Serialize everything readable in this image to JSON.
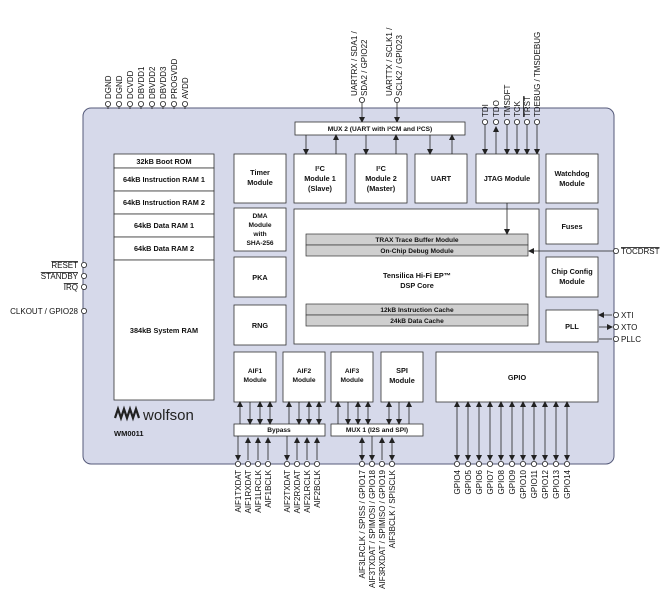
{
  "chip": {
    "logo": "wolfson",
    "part_number": "WM0011"
  },
  "memory": {
    "boot_rom": "32kB Boot ROM",
    "iram1": "64kB Instruction RAM 1",
    "iram2": "64kB Instruction RAM 2",
    "dram1": "64kB Data RAM 1",
    "dram2": "64kB Data RAM 2",
    "sysram": "384kB System RAM"
  },
  "blocks": {
    "timer": [
      "Timer",
      "Module"
    ],
    "dma": [
      "DMA",
      "Module",
      "with",
      "SHA-256"
    ],
    "pka": "PKA",
    "rng": "RNG",
    "i2c1": [
      "I²C",
      "Module 1",
      "(Slave)"
    ],
    "i2c2": [
      "I²C",
      "Module 2",
      "(Master)"
    ],
    "uart": "UART",
    "jtag": "JTAG Module",
    "watchdog": [
      "Watchdog",
      "Module"
    ],
    "fuses": "Fuses",
    "chipcfg": [
      "Chip Config",
      "Module"
    ],
    "pll": "PLL",
    "dsp": [
      "Tensilica Hi-Fi EP™",
      "DSP Core"
    ],
    "trax": "TRAX Trace Buffer Module",
    "ocd": "On-Chip Debug Module",
    "icache": "12kB Instruction Cache",
    "dcache": "24kB Data Cache",
    "aif1": [
      "AIF1",
      "Module"
    ],
    "aif2": [
      "AIF2",
      "Module"
    ],
    "aif3": [
      "AIF3",
      "Module"
    ],
    "spi": [
      "SPI",
      "Module"
    ],
    "gpio": "GPIO",
    "bypass": "Bypass",
    "mux1": "MUX 1 (I2S and SPI)",
    "mux2": "MUX 2 (UART with I²CM and I²CS)"
  },
  "pins": {
    "top_power": [
      "DGND",
      "DGND",
      "DCVDD",
      "DBVDD1",
      "DBVDD2",
      "DBVDD3",
      "PROGVDD",
      "AVDD"
    ],
    "top_uart1": [
      "UARTRX / SDA1 /",
      "SDA2 / GPIO22"
    ],
    "top_uart2": [
      "UARTTX / SCLK1 /",
      "SCLK2 / GPIO23"
    ],
    "top_jtag": [
      "TDI",
      "TDO",
      "TMSDFT",
      "TCK",
      "TRST",
      "TDEBUG / TMSDEBUG"
    ],
    "left": [
      "RESET",
      "STANDBY",
      "IRQ",
      "CLKOUT / GPIO28"
    ],
    "right_tocdrst": "TOCDRST",
    "right_clk": [
      "XTI",
      "XTO",
      "PLLC"
    ],
    "bottom_aif": [
      "AIF1TXDAT",
      "AIF1RXDAT",
      "AIF1LRCLK",
      "AIF1BCLK",
      "AIF2TXDAT",
      "AIF2RXDAT",
      "AIF2LRCLK",
      "AIF2BCLK"
    ],
    "bottom_mux": [
      "AIF3LRCLK / SPISS / GPIO17",
      "AIF3TXDAT / SPIMOSI / GPIO18",
      "AIF3RXDAT / SPIMISO / GPIO19",
      "AIF3BCLK / SPISCLK"
    ],
    "bottom_gpio": [
      "GPIO4",
      "GPIO5",
      "GPIO6",
      "GPIO7",
      "GPIO8",
      "GPIO9",
      "GPIO10",
      "GPIO11",
      "GPIO12",
      "GPIO13",
      "GPIO14"
    ]
  }
}
